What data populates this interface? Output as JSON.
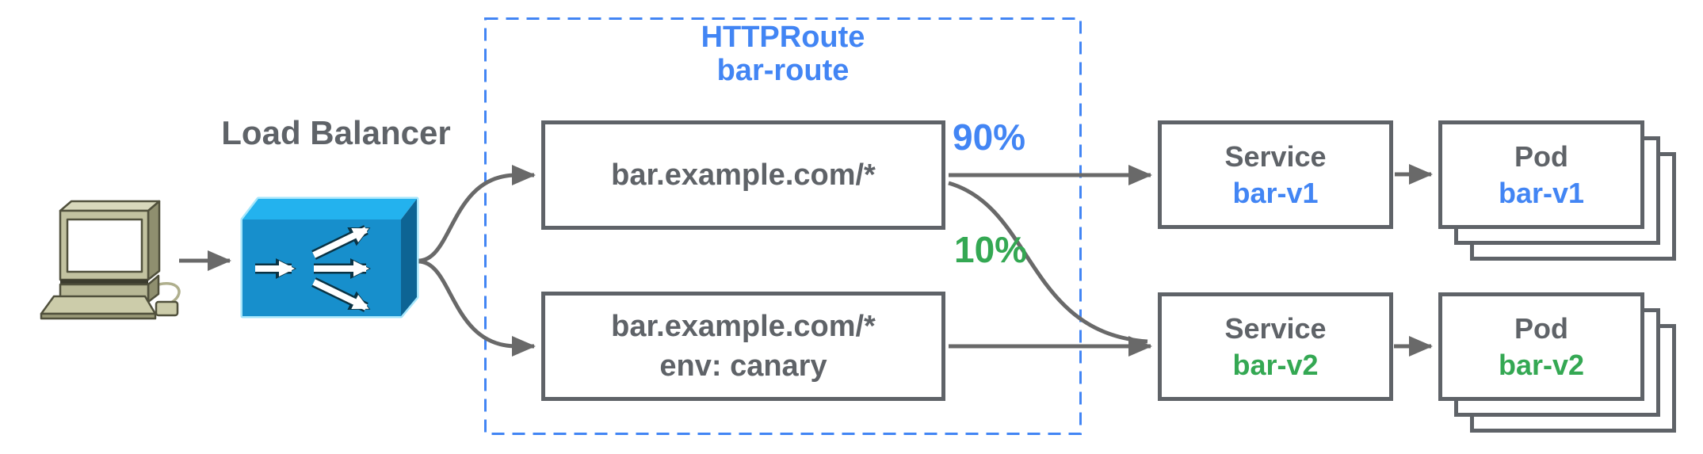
{
  "colors": {
    "accent_blue": "#4285F4",
    "accent_green": "#34A853",
    "text_gray": "#5F6368",
    "arrow_gray": "#696969",
    "lb_front": "#178FCC",
    "lb_top": "#23B2EE",
    "lb_side": "#0D6494"
  },
  "client": {
    "icon": "desktop-computer-icon"
  },
  "load_balancer": {
    "label": "Load Balancer",
    "icon": "load-balancer-icon"
  },
  "httproute": {
    "kind": "HTTPRoute",
    "name": "bar-route",
    "rules": [
      {
        "lines": [
          "bar.example.com/*"
        ]
      },
      {
        "lines": [
          "bar.example.com/*",
          "env: canary"
        ]
      }
    ]
  },
  "weights": {
    "primary": "90%",
    "canary": "10%"
  },
  "services": [
    {
      "kind": "Service",
      "name": "bar-v1"
    },
    {
      "kind": "Service",
      "name": "bar-v2"
    }
  ],
  "pods": [
    {
      "kind": "Pod",
      "name": "bar-v1"
    },
    {
      "kind": "Pod",
      "name": "bar-v2"
    }
  ]
}
